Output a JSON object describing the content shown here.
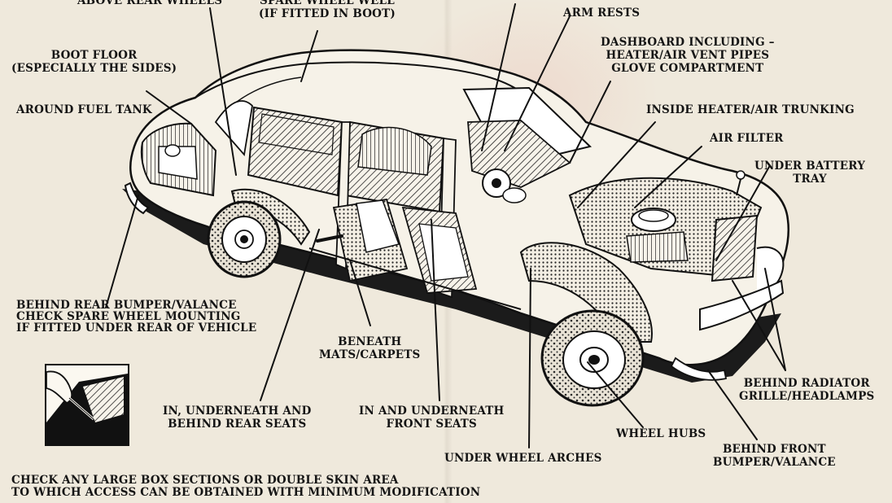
{
  "labels": {
    "above_rear_wheels": "ABOVE REAR WHEELS",
    "spare_wheel_well": [
      "SPARE WHEEL WELL",
      "(IF FITTED IN BOOT)"
    ],
    "arm_rests": "ARM RESTS",
    "boot_floor": [
      "BOOT FLOOR",
      "(ESPECIALLY THE SIDES)"
    ],
    "dashboard": [
      "DASHBOARD INCLUDING –",
      "HEATER/AIR VENT PIPES",
      "GLOVE COMPARTMENT"
    ],
    "around_fuel_tank": "AROUND FUEL TANK",
    "inside_heater": "INSIDE HEATER/AIR TRUNKING",
    "air_filter": "AIR FILTER",
    "under_battery_tray": [
      "UNDER BATTERY",
      "TRAY"
    ],
    "behind_rear_bumper": [
      "BEHIND REAR BUMPER/VALANCE",
      "CHECK SPARE WHEEL MOUNTING",
      "IF FITTED UNDER REAR OF VEHICLE"
    ],
    "beneath_mats": [
      "BENEATH",
      "MATS/CARPETS"
    ],
    "behind_radiator": [
      "BEHIND RADIATOR",
      "GRILLE/HEADLAMPS"
    ],
    "rear_seats": [
      "IN, UNDERNEATH AND",
      "BEHIND REAR SEATS"
    ],
    "front_seats": [
      "IN AND UNDERNEATH",
      "FRONT SEATS"
    ],
    "wheel_hubs": "WHEEL HUBS",
    "under_wheel_arches": "UNDER WHEEL ARCHES",
    "behind_front_bumper": [
      "BEHIND FRONT",
      "BUMPER/VALANCE"
    ]
  },
  "footer": [
    "CHECK ANY LARGE BOX SECTIONS OR DOUBLE SKIN AREA",
    "TO WHICH ACCESS CAN BE OBTAINED WITH MINIMUM MODIFICATION"
  ],
  "icons": {
    "injection_icon": "needle-injection-icon"
  },
  "colors": {
    "paper": "#efe9dc",
    "ink": "#141414",
    "shadow": "#1b1b1b"
  }
}
